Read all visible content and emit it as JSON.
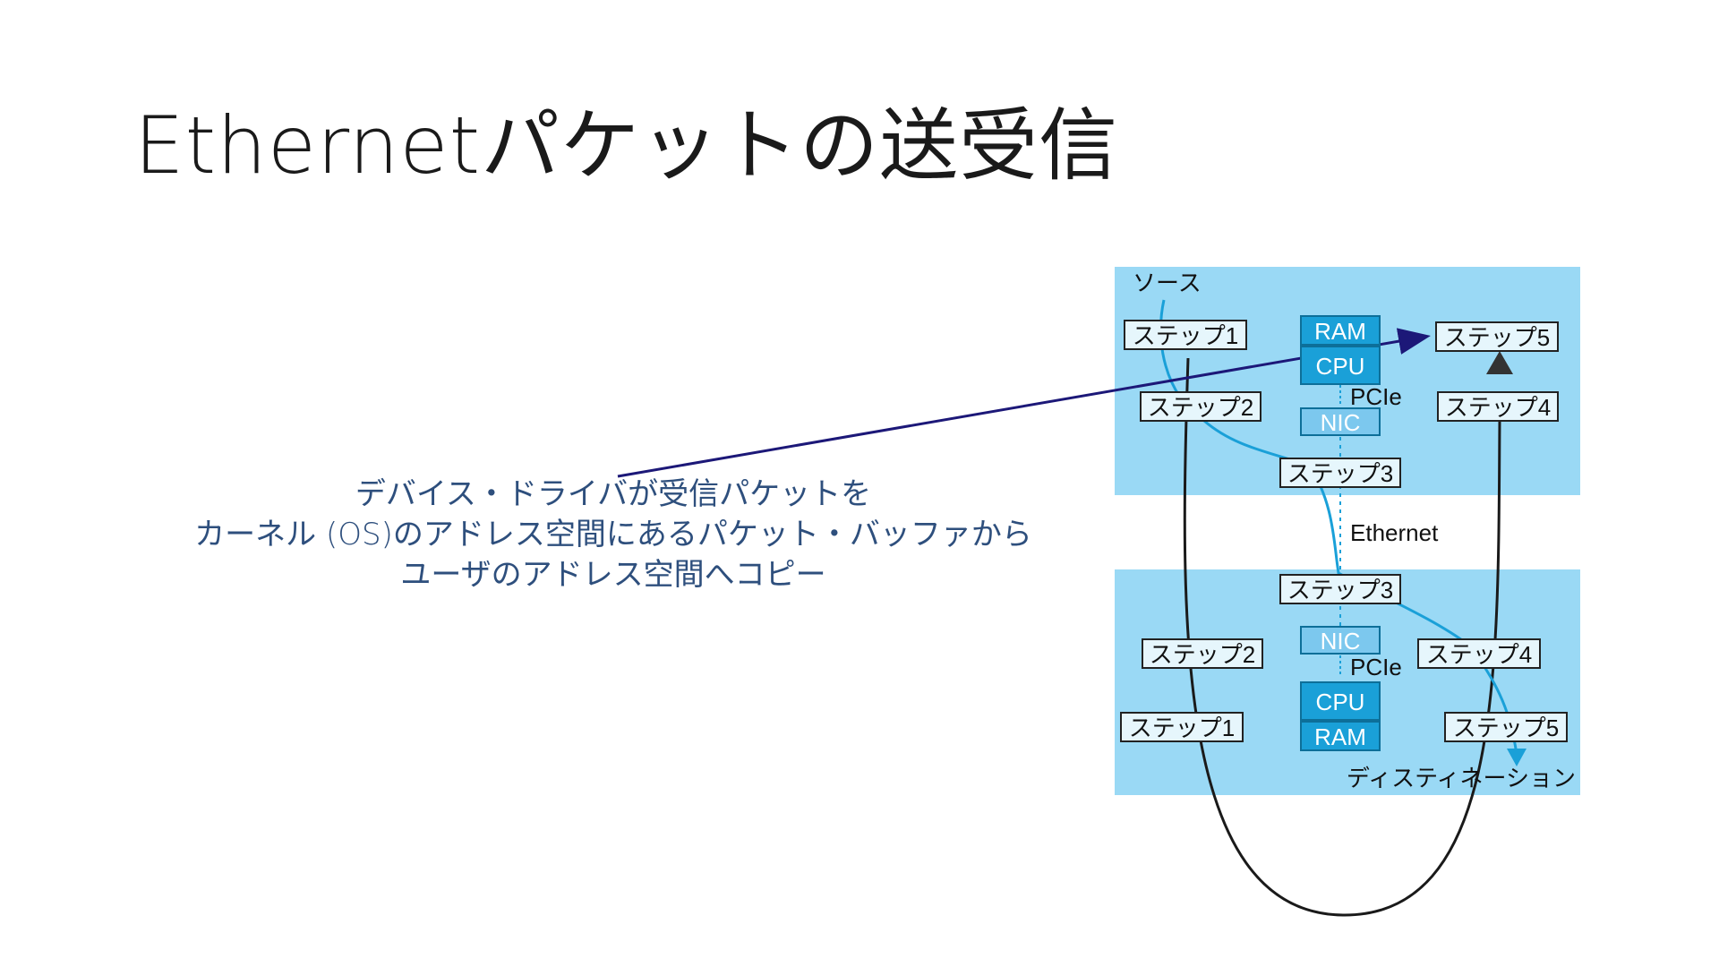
{
  "slide": {
    "title": "Ethernetパケットの送受信"
  },
  "callout": {
    "lines": [
      "デバイス・ドライバが受信パケットを",
      "カーネル (OS)のアドレス空間にあるパケット・バッファから",
      "ユーザのアドレス空間へコピー"
    ]
  },
  "diagram": {
    "source_label": "ソース",
    "destination_label": "ディスティネーション",
    "ethernet_label": "Ethernet",
    "pcie_label": "PCIe",
    "source_steps": {
      "step1": "ステップ1",
      "step2": "ステップ2",
      "step3": "ステップ3",
      "step4": "ステップ4",
      "step5": "ステップ5"
    },
    "destination_steps": {
      "step1": "ステップ1",
      "step2": "ステップ2",
      "step3": "ステップ3",
      "step4": "ステップ4",
      "step5": "ステップ5"
    },
    "source_hw": {
      "ram": "RAM",
      "cpu": "CPU",
      "nic": "NIC"
    },
    "destination_hw": {
      "nic": "NIC",
      "cpu": "CPU",
      "ram": "RAM"
    },
    "colors": {
      "panel": "#9ad9f5",
      "hw_box": "#1aa0d8",
      "flow_line": "#1aa0d8",
      "loop_line": "#1a1a1a",
      "callout_arrow": "#1c1878",
      "callout_text": "#2e4f7d"
    }
  }
}
